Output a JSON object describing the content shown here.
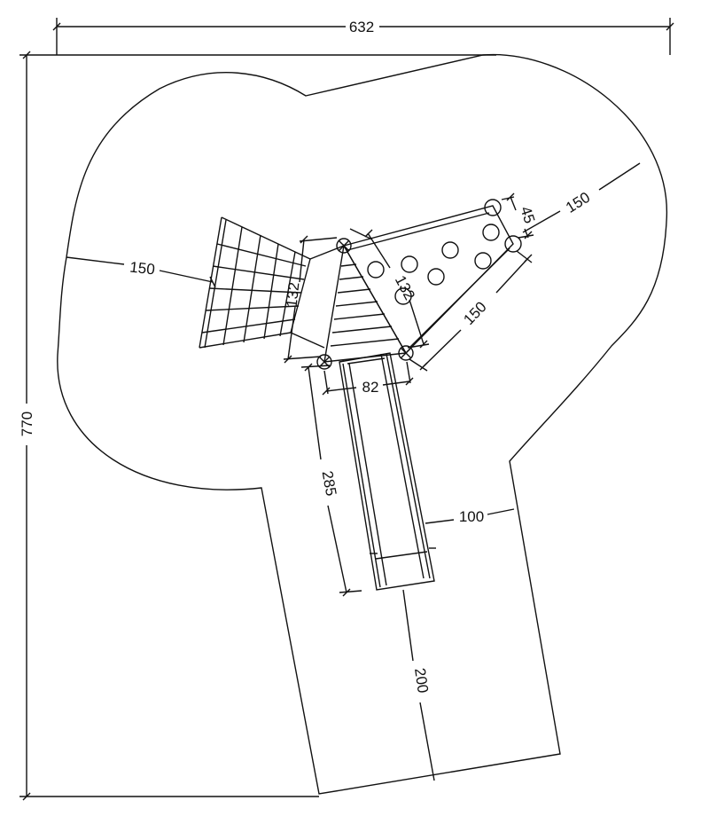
{
  "diagram": {
    "dimensions": {
      "overall_width": "632",
      "overall_height": "770",
      "left_safety_zone": "150",
      "right_safety_zone": "150",
      "deck_edge": "150",
      "hole_spacing": "45",
      "tower_depth": "132",
      "tower_side": "132",
      "slide_width": "82",
      "slide_length": "285",
      "slide_zone_width": "100",
      "slide_runout": "200"
    },
    "colors": {
      "line": "#111111",
      "background": "#ffffff"
    }
  }
}
